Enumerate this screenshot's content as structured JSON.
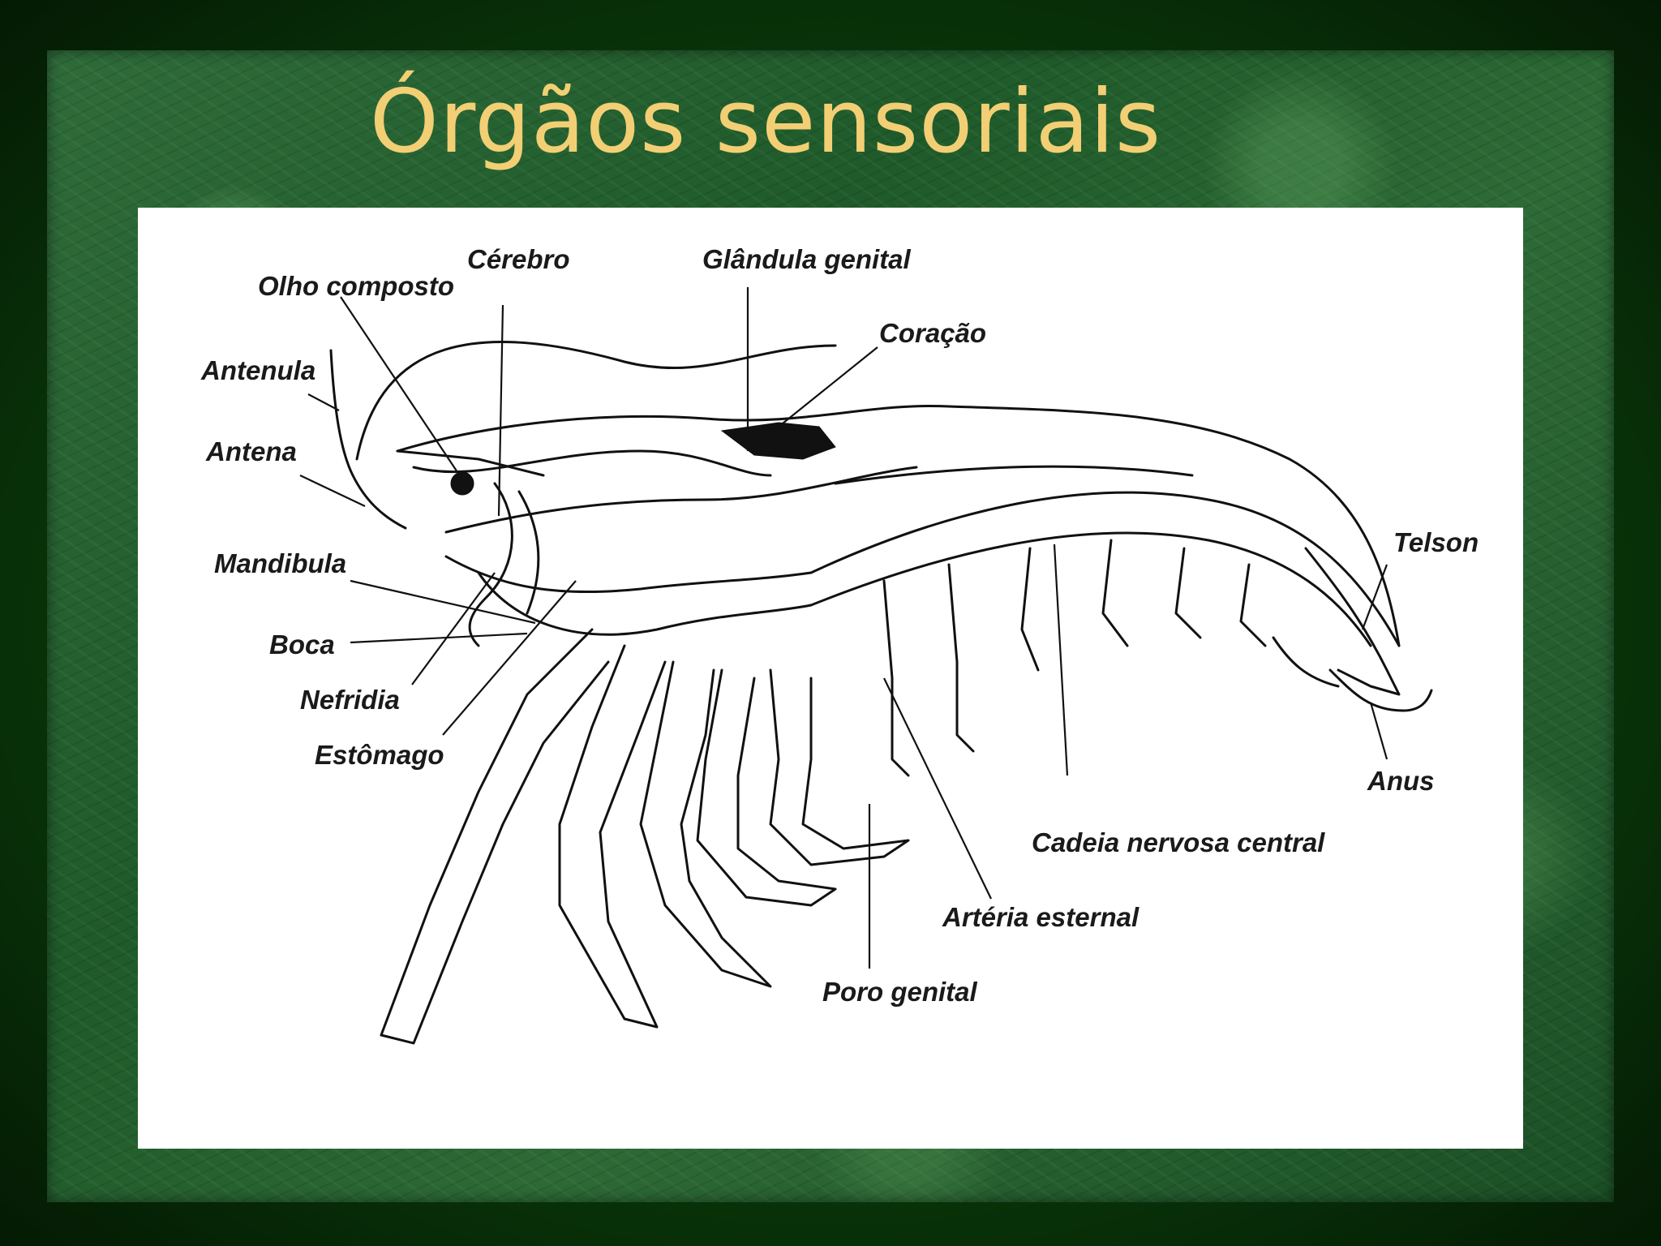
{
  "title": "Órgãos sensoriais",
  "diagram": {
    "labels": {
      "olho_composto": "Olho composto",
      "cerebro": "Cérebro",
      "glandula_genital": "Glândula genital",
      "coracao": "Coração",
      "antenula": "Antenula",
      "antena": "Antena",
      "mandibula": "Mandibula",
      "boca": "Boca",
      "nefridia": "Nefridia",
      "estomago": "Estômago",
      "telson": "Telson",
      "anus": "Anus",
      "cadeia_nervosa": "Cadeia nervosa central",
      "arteria_esternal": "Artéria esternal",
      "poro_genital": "Poro genital"
    }
  }
}
